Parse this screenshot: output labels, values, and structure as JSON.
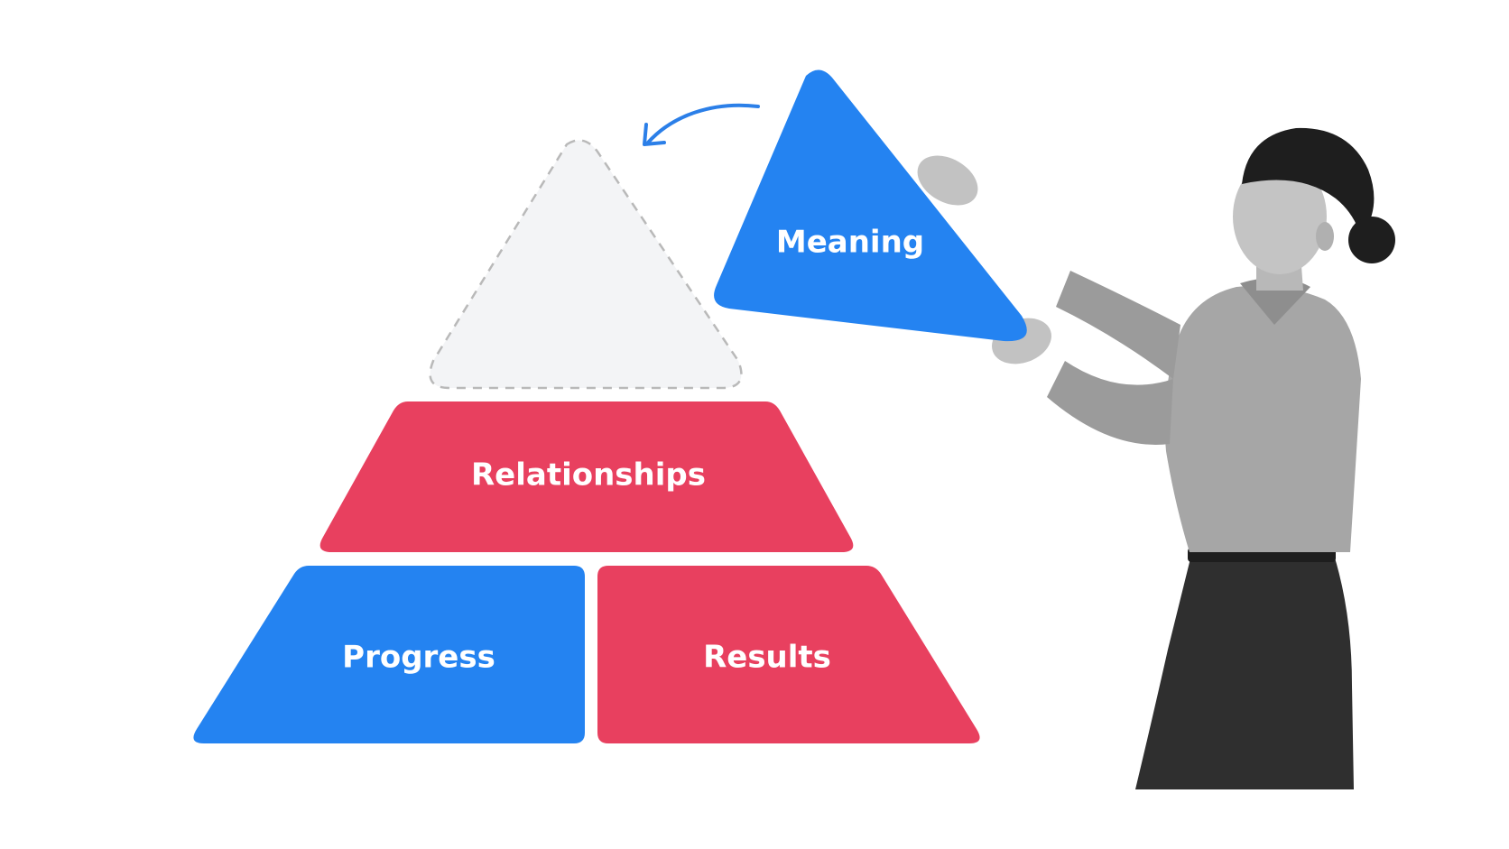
{
  "pyramid": {
    "top_placeholder": {
      "label": ""
    },
    "middle": {
      "label": "Relationships"
    },
    "bottom_left": {
      "label": "Progress"
    },
    "bottom_right": {
      "label": "Results"
    }
  },
  "floating_piece": {
    "label": "Meaning"
  },
  "colors": {
    "blue": "#2483F1",
    "red": "#E8405F",
    "placeholder_fill": "#F3F4F6",
    "placeholder_stroke": "#B9B9B9",
    "arrow": "#2B7FE8"
  },
  "person": {
    "icon": "person-holding-piece-illustration"
  }
}
